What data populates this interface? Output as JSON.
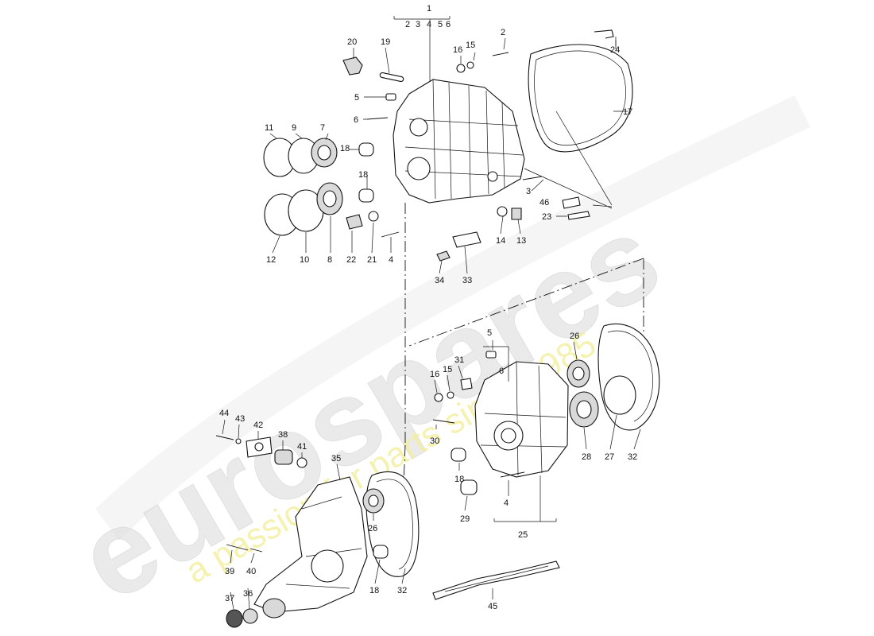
{
  "watermark": {
    "brand": "eurospares",
    "tagline": "a passion for parts since 1985",
    "brand_color": "#d9d9d9",
    "tagline_color": "#f2ef9e"
  },
  "callouts": {
    "top_group_label": "1",
    "top_group_sub": [
      "2",
      "3",
      "4",
      "5",
      "6"
    ],
    "p2": "2",
    "p3": "3",
    "p4": "4",
    "p5": "5",
    "p6": "6",
    "p7": "7",
    "p8": "8",
    "p9": "9",
    "p10": "10",
    "p11": "11",
    "p12": "12",
    "p13": "13",
    "p14": "14",
    "p15": "15",
    "p16": "16",
    "p17": "17",
    "p18": "18",
    "p19": "19",
    "p20": "20",
    "p21": "21",
    "p22": "22",
    "p23": "23",
    "p24": "24",
    "p46": "46",
    "p33": "33",
    "p34": "34",
    "m5": "5",
    "m6": "6",
    "m15": "15",
    "m16": "16",
    "m18": "18",
    "m26": "26",
    "m27": "27",
    "m28": "28",
    "m29": "29",
    "m30": "30",
    "m31": "31",
    "m32": "32",
    "m4": "4",
    "m25": "25",
    "b18": "18",
    "b26": "26",
    "b32": "32",
    "b35": "35",
    "b36": "36",
    "b37": "37",
    "b38": "38",
    "b39": "39",
    "b40": "40",
    "b41": "41",
    "b42": "42",
    "b43": "43",
    "b44": "44",
    "b45": "45"
  }
}
